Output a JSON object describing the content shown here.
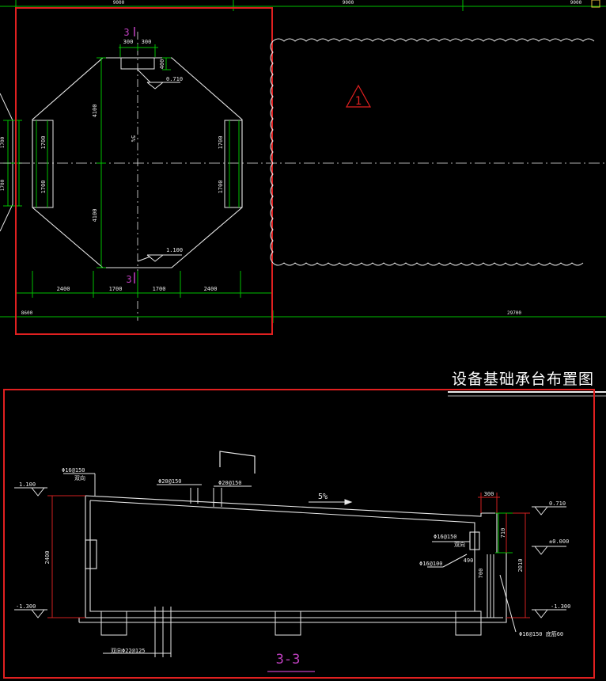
{
  "top_dims": {
    "left": "9000",
    "mid": "9000",
    "right": "9000"
  },
  "plan": {
    "section_mark": "3",
    "top_dim_a": "300",
    "top_dim_b": "300",
    "top_dim_side": "400",
    "elev_top": "0.710",
    "elev_bottom": "1.100",
    "slope": "5%",
    "inner_dim_top": "4100",
    "inner_dim_bottom": "4100",
    "left_dim_a": "1700",
    "left_dim_b": "1700",
    "right_dim_a": "1700",
    "right_dim_b": "1700",
    "far_left_a": "1700",
    "far_left_b": "1700",
    "bottom_dims": [
      "2400",
      "1700",
      "1700",
      "2400"
    ],
    "overall_left": "8600",
    "overall_right": "29700"
  },
  "revision_mark": "1",
  "drawing_title": "设备基础承台布置图",
  "section": {
    "label": "3-3",
    "slope": "5%",
    "elev_left_top": "1.100",
    "elev_left_bottom": "-1.300",
    "elev_right_top": "0.710",
    "elev_right_mid": "±0.000",
    "elev_right_bottom": "-1.300",
    "rebar_left": "Φ16@150",
    "rebar_left_sub": "双向",
    "rebar_top_a": "Φ20@150",
    "rebar_top_b": "Φ20@150",
    "rebar_right": "Φ16@150",
    "rebar_right_sub": "双向",
    "rebar_right_b": "Φ16@100",
    "rebar_bottom": "双向Φ22@125",
    "rebar_right_bottom": "Φ16@150 底筋60",
    "dim_left_height": "2400",
    "dim_right_height": "2010",
    "dim_top_300": "300",
    "dim_710": "710",
    "dim_490": "490",
    "dim_700": "700"
  },
  "colors": {
    "background": "#000000",
    "frame_red": "#e02020",
    "dim_green": "#00c000",
    "line_white": "#e8e8e8",
    "section_magenta": "#c040c0",
    "dim_red": "#d02020"
  }
}
